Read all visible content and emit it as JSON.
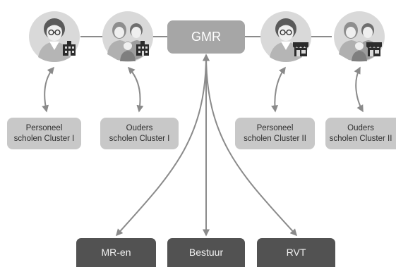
{
  "colors": {
    "avatar_bg": "#d9d9d9",
    "connector": "#8a8a8a",
    "gmr_fill": "#a6a6a6",
    "group_fill": "#c8c8c8",
    "body_fill": "#525252"
  },
  "center": {
    "label": "GMR"
  },
  "avatars": [
    {
      "icon": "teacher-school-icon"
    },
    {
      "icon": "parents-school-icon"
    },
    {
      "icon": "teacher-shop-icon"
    },
    {
      "icon": "parents-shop-icon"
    }
  ],
  "groups": [
    {
      "line1": "Personeel",
      "line2": "scholen Cluster I"
    },
    {
      "line1": "Ouders",
      "line2": "scholen Cluster I"
    },
    {
      "line1": "Personeel",
      "line2": "scholen Cluster II"
    },
    {
      "line1": "Ouders",
      "line2": "scholen Cluster II"
    }
  ],
  "bodies": [
    {
      "label": "MR-en"
    },
    {
      "label": "Bestuur"
    },
    {
      "label": "RVT"
    }
  ]
}
